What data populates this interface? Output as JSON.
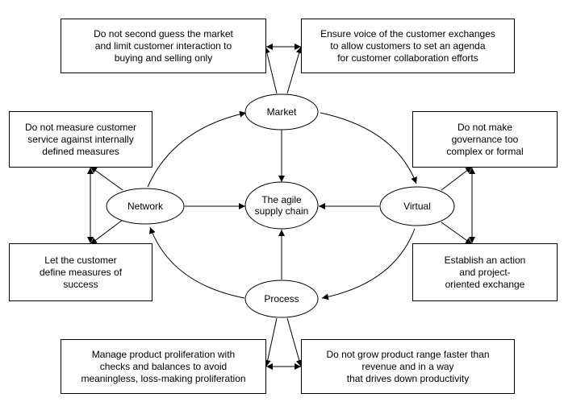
{
  "nodes": {
    "market": "Market",
    "network": "Network",
    "virtual": "Virtual",
    "process": "Process",
    "center": "The agile\nsupply chain"
  },
  "boxes": {
    "top_left": "Do not second guess the market\nand limit customer interaction to\nbuying and selling only",
    "top_right": "Ensure voice of the customer exchanges\nto allow customers to set an agenda\nfor customer collaboration efforts",
    "left_top": "Do not measure customer\nservice against internally\ndefined measures",
    "left_bottom": "Let the customer\ndefine measures of\nsuccess",
    "right_top": "Do not make\ngovernance too\ncomplex or formal",
    "right_bottom": "Establish an action\nand project-\noriented exchange",
    "bottom_left": "Manage product proliferation with\nchecks and balances to avoid\nmeaningless, loss-making proliferation",
    "bottom_right": "Do not grow product range faster than\nrevenue and in a way\nthat drives down productivity"
  }
}
